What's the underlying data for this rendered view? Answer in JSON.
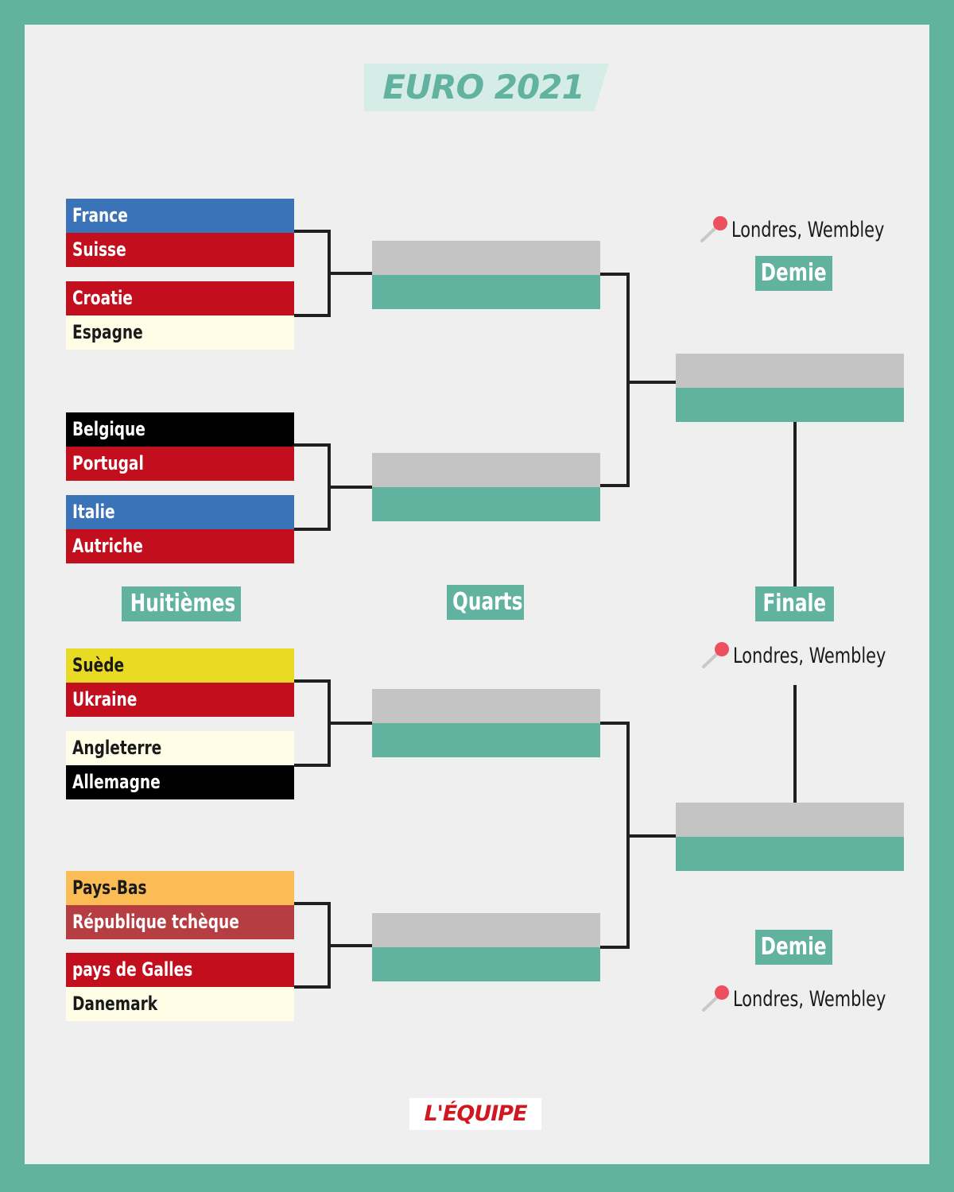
{
  "title": "EURO 2021",
  "colors": {
    "border": "#62b2a0",
    "panel": "#efefef",
    "slot_grey": "#c4c4c4",
    "slot_green": "#62b2a0",
    "line": "#1f1f1f",
    "logo_red": "#d01822"
  },
  "stages": {
    "round16": "Huitièmes",
    "quarters": "Quarts",
    "semi_top": "Demie",
    "semi_bottom": "Demie",
    "final": "Finale"
  },
  "venues": {
    "semi_top": "Londres, Wembley",
    "final": "Londres, Wembley",
    "semi_bottom": "Londres, Wembley"
  },
  "teams": [
    {
      "name": "France",
      "bg": "#3a73b8",
      "fg": "#ffffff"
    },
    {
      "name": "Suisse",
      "bg": "#c30f1d",
      "fg": "#ffffff"
    },
    {
      "name": "Croatie",
      "bg": "#c30f1d",
      "fg": "#ffffff"
    },
    {
      "name": "Espagne",
      "bg": "#fffde6",
      "fg": "#1a1a1a"
    },
    {
      "name": "Belgique",
      "bg": "#000000",
      "fg": "#ffffff"
    },
    {
      "name": "Portugal",
      "bg": "#c30f1d",
      "fg": "#ffffff"
    },
    {
      "name": "Italie",
      "bg": "#3a73b8",
      "fg": "#ffffff"
    },
    {
      "name": "Autriche",
      "bg": "#c30f1d",
      "fg": "#ffffff"
    },
    {
      "name": "Suède",
      "bg": "#e9da23",
      "fg": "#1a1a1a"
    },
    {
      "name": "Ukraine",
      "bg": "#c30f1d",
      "fg": "#ffffff"
    },
    {
      "name": "Angleterre",
      "bg": "#fffde6",
      "fg": "#1a1a1a"
    },
    {
      "name": "Allemagne",
      "bg": "#000000",
      "fg": "#ffffff"
    },
    {
      "name": "Pays-Bas",
      "bg": "#fbbb55",
      "fg": "#1a1a1a"
    },
    {
      "name": "République tchèque",
      "bg": "#b63d42",
      "fg": "#ffffff"
    },
    {
      "name": "pays de Galles",
      "bg": "#c30f1d",
      "fg": "#ffffff"
    },
    {
      "name": "Danemark",
      "bg": "#fffde6",
      "fg": "#1a1a1a"
    }
  ],
  "logo": "L'ÉQUIPE"
}
